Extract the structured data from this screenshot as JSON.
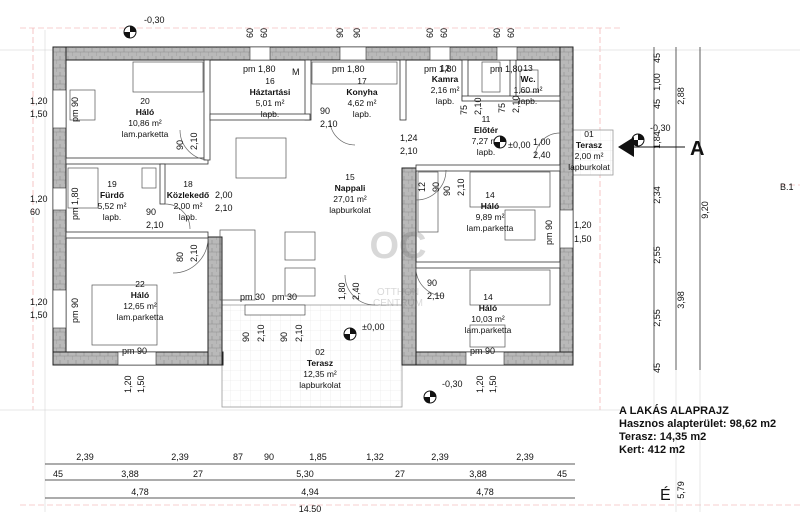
{
  "rooms": [
    {
      "num": "20",
      "name": "Háló",
      "area": "10,86 m²",
      "floor": "lam.parketta"
    },
    {
      "num": "16",
      "name": "Háztartási",
      "area": "5,01 m²",
      "floor": "lapb."
    },
    {
      "num": "17",
      "name": "Konyha",
      "area": "4,62 m²",
      "floor": "lapb."
    },
    {
      "num": "12",
      "name": "Kamra",
      "area": "2,16 m²",
      "floor": "lapb."
    },
    {
      "num": "13",
      "name": "Wc.",
      "area": "1,60 m²",
      "floor": "lapb."
    },
    {
      "num": "11",
      "name": "Előtér",
      "area": "7,27 m²",
      "floor": "lapb."
    },
    {
      "num": "01",
      "name": "Terasz",
      "area": "2,00 m²",
      "floor": "lapburkolat"
    },
    {
      "num": "19",
      "name": "Fürdő",
      "area": "5,52 m²",
      "floor": "lapb."
    },
    {
      "num": "18",
      "name": "Közlekedő",
      "area": "2,00 m²",
      "floor": "lapb."
    },
    {
      "num": "15",
      "name": "Nappali",
      "area": "27,01 m²",
      "floor": "lapburkolat"
    },
    {
      "num": "14",
      "name": "Háló",
      "area": "9,89 m²",
      "floor": "lam.parketta"
    },
    {
      "num": "22",
      "name": "Háló",
      "area": "12,65 m²",
      "floor": "lam.parketta"
    },
    {
      "num": "14",
      "name": "Háló",
      "area": "10,03 m²",
      "floor": "lam.parketta"
    },
    {
      "num": "02",
      "name": "Terasz",
      "area": "12,35 m²",
      "floor": "lapburkolat"
    }
  ],
  "levels": {
    "top": "-0,30",
    "right": "-0,30",
    "entry": "±0,00",
    "living": "±0,00",
    "bottom": "-0,30"
  },
  "section_mark": "A",
  "b_mark": "B.1",
  "north_mark": "É",
  "watermark": {
    "logo": "OC",
    "line1": "OTTHON",
    "line2": "CENTRUM"
  },
  "window_labels": {
    "top": [
      {
        "a": "60",
        "b": "60"
      },
      {
        "a": "90",
        "b": "90"
      },
      {
        "a": "60",
        "b": "60"
      },
      {
        "a": "60",
        "b": "60"
      }
    ],
    "top_small": [
      "pm 1,80",
      "pm 1,80",
      "pm 1,80",
      "pm 1,80",
      "M"
    ],
    "left": [
      {
        "a": "1,20",
        "b": "1,50",
        "pm": "pm 90"
      },
      {
        "a": "1,20",
        "b": "60",
        "pm": "pm 1,80"
      },
      {
        "a": "1,20",
        "b": "1,50",
        "pm": "pm 90"
      }
    ],
    "right": {
      "a": "1,20",
      "b": "1,50",
      "pm": "pm 90"
    },
    "bottom": [
      {
        "a": "1,20",
        "b": "1,50",
        "pm": "pm 90"
      },
      {
        "a": "1,20",
        "b": "1,50",
        "pm": "pm 90"
      }
    ]
  },
  "door_labels": {
    "d1": {
      "a": "90",
      "b": "2,10"
    },
    "d2": {
      "a": "90",
      "b": "2,10"
    },
    "d3": {
      "a": "1,24",
      "b": "2,10"
    },
    "d4": {
      "a": "75",
      "b": "2,10"
    },
    "d5": {
      "a": "75",
      "b": "2,10"
    },
    "d6": {
      "a": "1,00",
      "b": "2,40"
    },
    "d7": {
      "a": "90",
      "b": "2,10"
    },
    "d8": {
      "a": "2,00",
      "b": "2,10"
    },
    "d9": {
      "a": "80",
      "b": "2,10"
    },
    "d10": {
      "a": "90",
      "b": "2,10"
    },
    "d11": {
      "a": "90",
      "b": "2,10"
    },
    "d12": {
      "a": "1,80",
      "b": "2,40"
    },
    "d13": {
      "a": "12",
      "b": "90"
    },
    "d14": [
      "pm 30",
      "pm 30"
    ],
    "d15": [
      "90",
      "2,10",
      "90",
      "2,10"
    ]
  },
  "dims_bottom_row1": [
    "2,39",
    "2,39",
    "87",
    "90",
    "1,85",
    "1,32",
    "2,39",
    "2,39"
  ],
  "dims_bottom_row2": [
    "45",
    "3,88",
    "27",
    "5,30",
    "27",
    "3,88",
    "45"
  ],
  "dims_bottom_row3": [
    "4,78",
    "4,94",
    "4,78"
  ],
  "dims_bottom_row4": "14,50",
  "dims_right_col1": [
    "45",
    "1,00",
    "45",
    "1,84",
    "2,34",
    "2,55",
    "2,55",
    "45"
  ],
  "dims_right_col2": [
    "2,88",
    "3,98"
  ],
  "dims_right_col3": "9,20",
  "dims_right_last": "5,79",
  "info": {
    "title": "A LAKÁS ALAPRAJZ",
    "line1": "Hasznos alapterület: 98,62 m2",
    "line2": "Terasz:  14,35 m2",
    "line3": "Kert: 412 m2"
  }
}
